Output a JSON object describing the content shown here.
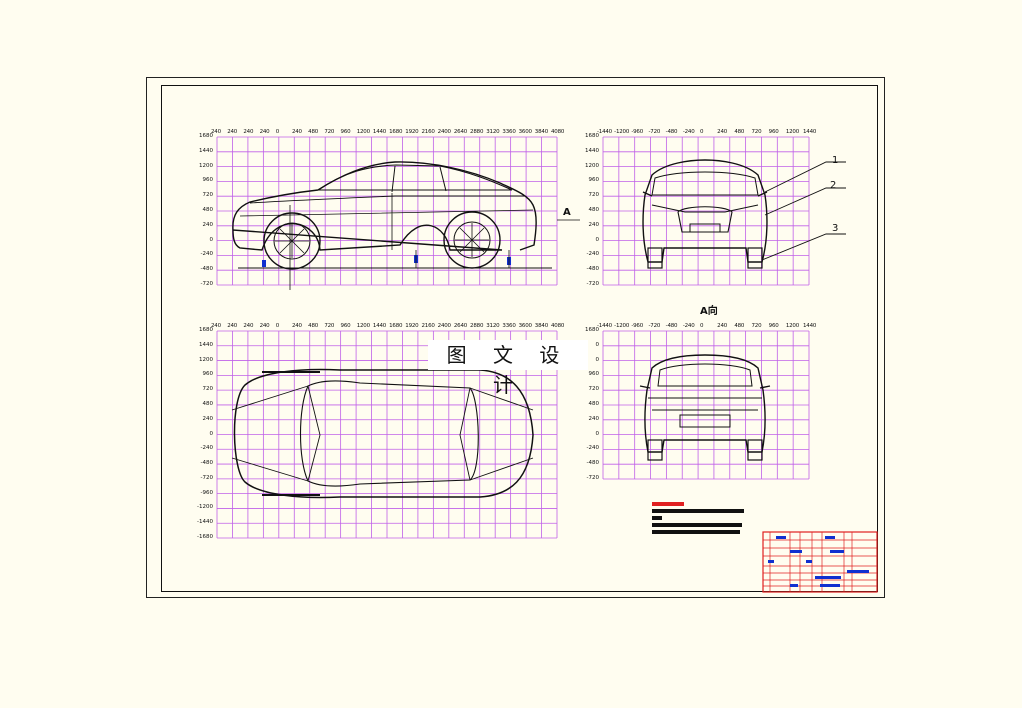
{
  "watermark": "图 文 设 计",
  "view_a_marker": "A",
  "view_a_title": "A向",
  "callouts": [
    "1",
    "2",
    "3"
  ],
  "side_view": {
    "x_ticks": [
      "240",
      "240",
      "240",
      "240",
      "0",
      "240",
      "480",
      "720",
      "960",
      "1200",
      "1440",
      "1680",
      "1920",
      "2160",
      "2400",
      "2640",
      "2880",
      "3120",
      "3360",
      "3600",
      "3840",
      "4080"
    ],
    "y_ticks": [
      "1680",
      "1440",
      "1200",
      "960",
      "720",
      "480",
      "240",
      "0",
      "-240",
      "-480",
      "-720"
    ]
  },
  "front_view": {
    "x_ticks": [
      "-1440",
      "-1200",
      "-960",
      "-720",
      "-480",
      "-240",
      "0",
      "240",
      "480",
      "720",
      "960",
      "1200",
      "1440"
    ],
    "y_ticks": [
      "1680",
      "1440",
      "1200",
      "960",
      "720",
      "480",
      "240",
      "0",
      "-240",
      "-480",
      "-720"
    ]
  },
  "top_view": {
    "x_ticks": [
      "240",
      "240",
      "240",
      "240",
      "0",
      "240",
      "480",
      "720",
      "960",
      "1200",
      "1440",
      "1680",
      "1920",
      "2160",
      "2400",
      "2640",
      "2880",
      "3120",
      "3360",
      "3600",
      "3840",
      "4080"
    ],
    "y_ticks": [
      "1680",
      "1440",
      "1200",
      "960",
      "720",
      "480",
      "240",
      "0",
      "-240",
      "-480",
      "-720",
      "-960",
      "-1200",
      "-1440",
      "-1680"
    ]
  },
  "rear_view": {
    "x_ticks": [
      "-1440",
      "-1200",
      "-960",
      "-720",
      "-480",
      "-240",
      "0",
      "240",
      "480",
      "720",
      "960",
      "1200",
      "1440"
    ],
    "y_ticks": [
      "1680",
      "0",
      "0",
      "960",
      "720",
      "480",
      "240",
      "0",
      "-240",
      "-480",
      "-720"
    ]
  },
  "colors": {
    "grid": "#c060e8",
    "line": "#111111",
    "red": "#e02020",
    "blue": "#1030d0"
  }
}
